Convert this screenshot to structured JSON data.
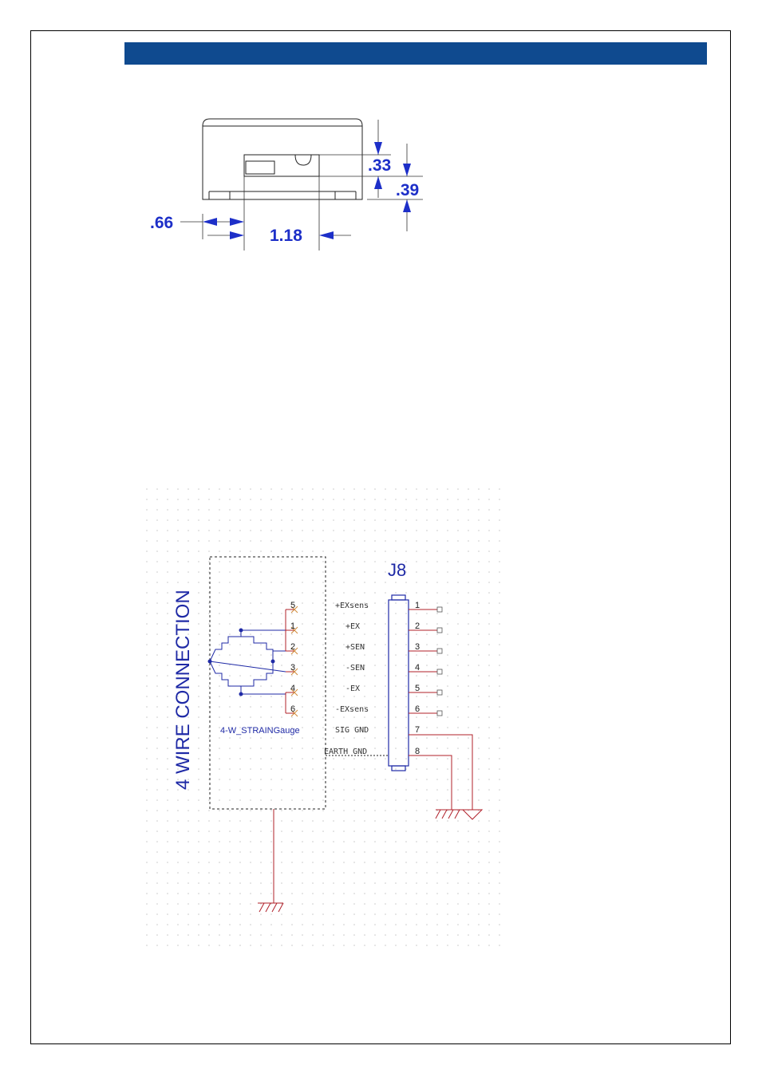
{
  "dimensions": {
    "d033": ".33",
    "d039": ".39",
    "d066": ".66",
    "d118": "1.18"
  },
  "schematic": {
    "title": "4 WIRE CONNECTION",
    "connector": "J8",
    "gauge_label": "4-W_STRAINGauge",
    "gauge_pins": [
      "5",
      "1",
      "2",
      "3",
      "4",
      "6"
    ],
    "signals": [
      "+EXsens",
      "+EX",
      "+SEN",
      "-SEN",
      "-EX",
      "-EXsens",
      "SIG GND",
      "EARTH GND"
    ],
    "pins": [
      "1",
      "2",
      "3",
      "4",
      "5",
      "6",
      "7",
      "8"
    ]
  },
  "colors": {
    "header": "#0f4a8f",
    "dimension": "#1d2fc8",
    "wire": "#b0202a",
    "bridge": "#1f2aa6"
  }
}
